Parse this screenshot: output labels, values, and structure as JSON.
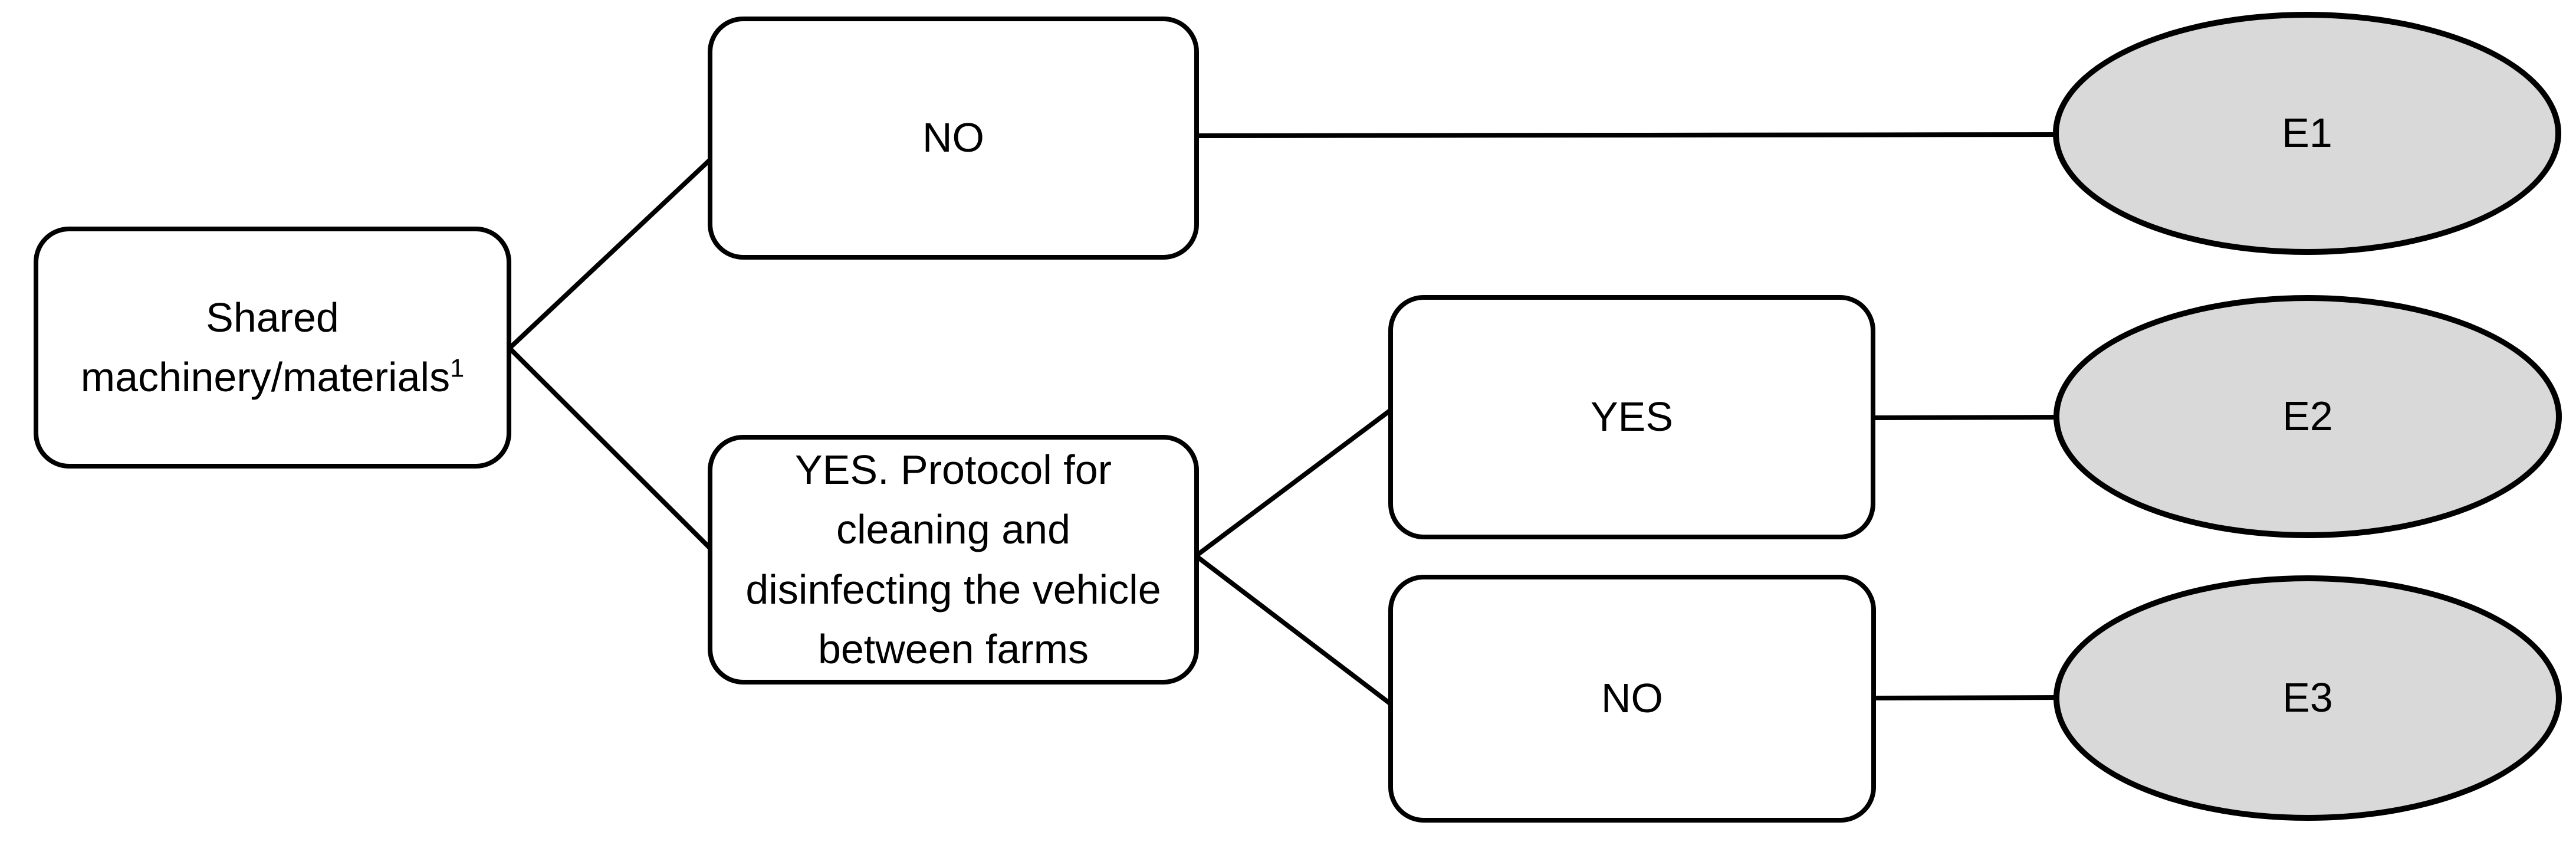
{
  "diagram": {
    "type": "decision-tree",
    "background_color": "#ffffff",
    "connector_color": "#000000",
    "decision_box_fill": "#ffffff",
    "decision_box_border": "#000000",
    "outcome_ellipse_fill": "#d9d9d9",
    "outcome_ellipse_border": "#000000",
    "nodes": {
      "root": {
        "line1": "Shared",
        "line2": "machinery/materials",
        "superscript": "1"
      },
      "no_top": {
        "label": "NO"
      },
      "protocol": {
        "lines": [
          "YES. Protocol for",
          "cleaning and",
          "disinfecting the vehicle",
          "between farms"
        ]
      },
      "yes_sub": {
        "label": "YES"
      },
      "no_sub": {
        "label": "NO"
      },
      "e1": {
        "label": "E1"
      },
      "e2": {
        "label": "E2"
      },
      "e3": {
        "label": "E3"
      }
    },
    "edges": [
      {
        "from": "root",
        "to": "no_top"
      },
      {
        "from": "root",
        "to": "protocol"
      },
      {
        "from": "no_top",
        "to": "e1"
      },
      {
        "from": "protocol",
        "to": "yes_sub"
      },
      {
        "from": "protocol",
        "to": "no_sub"
      },
      {
        "from": "yes_sub",
        "to": "e2"
      },
      {
        "from": "no_sub",
        "to": "e3"
      }
    ]
  }
}
